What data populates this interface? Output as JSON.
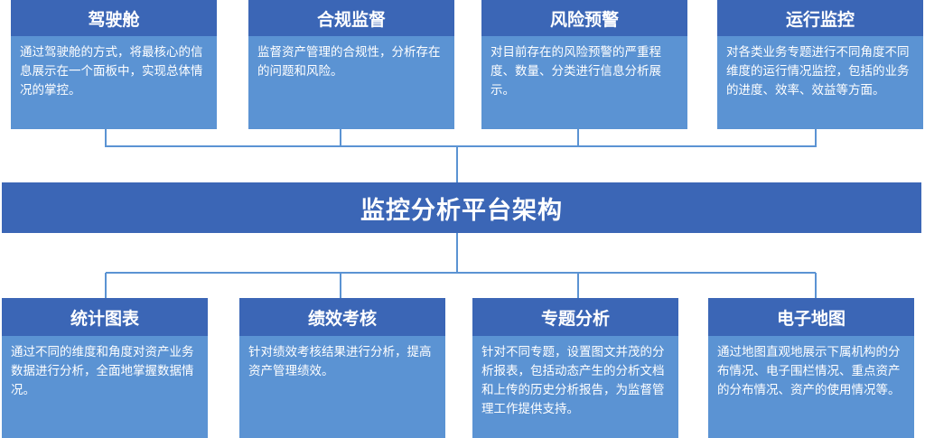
{
  "top_modules": [
    {
      "title": "驾驶舱",
      "desc": "通过驾驶舱的方式，将最核心的信息展示在一个面板中，实现总体情况的掌控。"
    },
    {
      "title": "合规监督",
      "desc": "监督资产管理的合规性，分析存在的问题和风险。"
    },
    {
      "title": "风险预警",
      "desc": "对目前存在的风险预警的严重程度、数量、分类进行信息分析展示。"
    },
    {
      "title": "运行监控",
      "desc": "对各类业务专题进行不同角度不同维度的运行情况监控，包括的业务的进度、效率、效益等方面。"
    }
  ],
  "center": {
    "title": "监控分析平台架构"
  },
  "bottom_modules": [
    {
      "title": "统计图表",
      "desc": "通过不同的维度和角度对资产业务数据进行分析，全面地掌握数据情况。"
    },
    {
      "title": "绩效考核",
      "desc": "针对绩效考核结果进行分析，提高资产管理绩效。"
    },
    {
      "title": "专题分析",
      "desc": "针对不同专题，设置图文并茂的分析报表，包括动态产生的分析文档和上传的历史分析报告，为监督管理工作提供支持。"
    },
    {
      "title": "电子地图",
      "desc": "通过地图直观地展示下属机构的分布情况、电子围栏情况、重点资产的分布情况、资产的使用情况等。"
    }
  ],
  "colors": {
    "title_bg": "#3b66b6",
    "body_bg": "#5b93d3",
    "connector": "#5b93d3"
  }
}
